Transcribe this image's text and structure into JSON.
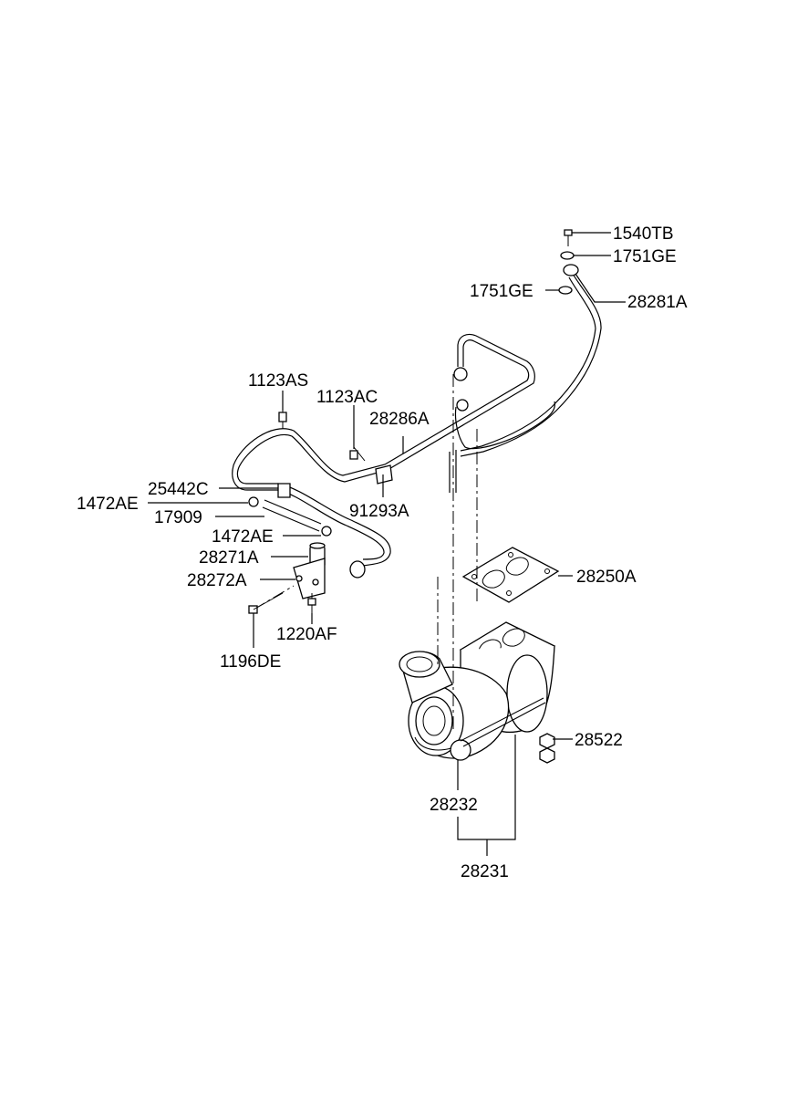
{
  "diagram": {
    "labels": {
      "p1540TB": "1540TB",
      "p1751GE_top": "1751GE",
      "p1751GE_left": "1751GE",
      "p28281A": "28281A",
      "p1123AS": "1123AS",
      "p1123AC": "1123AC",
      "p28286A": "28286A",
      "p25442C": "25442C",
      "p1472AE_a": "1472AE",
      "p17909": "17909",
      "p91293A": "91293A",
      "p1472AE_b": "1472AE",
      "p28271A": "28271A",
      "p28272A": "28272A",
      "p28250A": "28250A",
      "p1220AF": "1220AF",
      "p1196DE": "1196DE",
      "p28522": "28522",
      "p28232": "28232",
      "p28231": "28231"
    }
  }
}
